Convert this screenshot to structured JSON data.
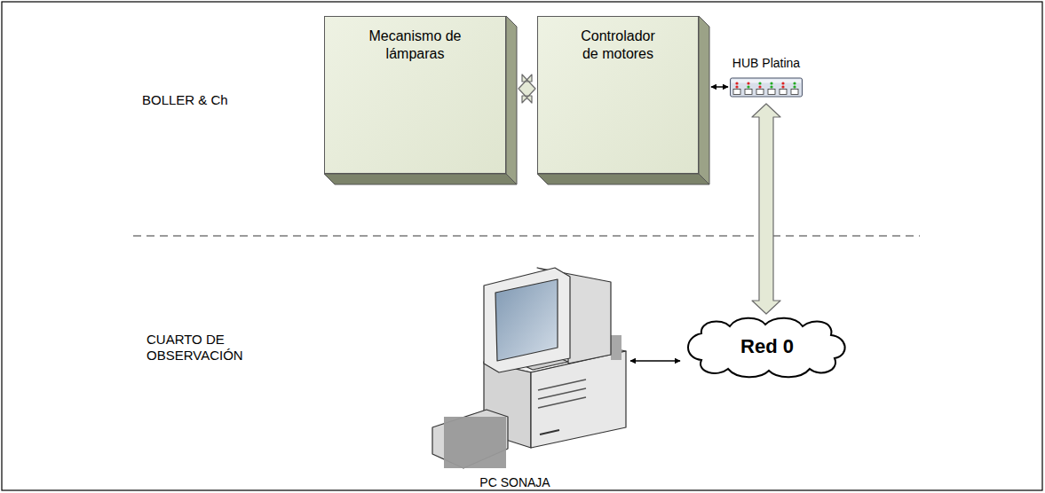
{
  "diagram": {
    "nodes": [
      {
        "text": [
          "Mecanismo de lámparas"
        ]
      },
      {
        "text": [
          "Controlador de motores"
        ]
      },
      {
        "text": [
          "HUB Platina"
        ]
      },
      {
        "text": [
          "Red 0"
        ]
      },
      {
        "text": [
          "PC SONAJA"
        ]
      }
    ],
    "edges": [
      {
        "from": 0,
        "to": 1,
        "arrow": "both"
      },
      {
        "from": 1,
        "to": 2,
        "arrow": "both"
      },
      {
        "from": 2,
        "to": 3,
        "arrow": "both"
      },
      {
        "from": 4,
        "to": 3,
        "arrow": "both"
      }
    ],
    "labels": [
      "BOLLER & Ch",
      "CUARTO DE OBSERVACIÓN"
    ]
  }
}
